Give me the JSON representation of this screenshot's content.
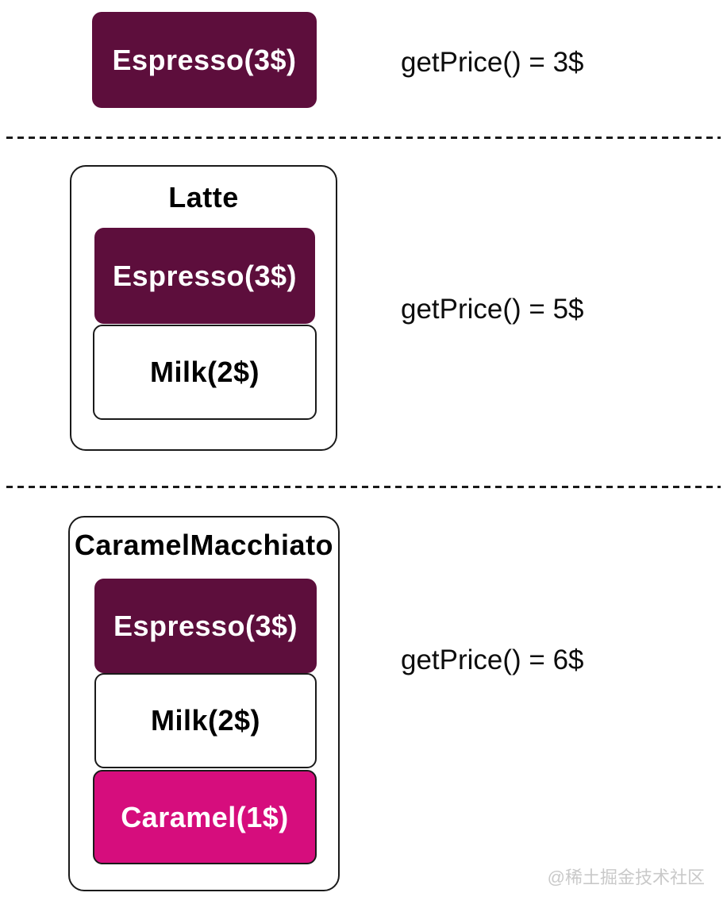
{
  "colors": {
    "espresso": "#5d0e3c",
    "caramel": "#d60d7d",
    "milk": "#ffffff",
    "border": "#1a1a1a",
    "watermark": "#c9c9c9"
  },
  "sections": [
    {
      "id": "espresso",
      "container_label": "",
      "layers": [
        {
          "type": "espresso",
          "label": "Espresso(3$)"
        }
      ],
      "price_label": "getPrice() = 3$"
    },
    {
      "id": "latte",
      "container_label": "Latte",
      "layers": [
        {
          "type": "espresso",
          "label": "Espresso(3$)"
        },
        {
          "type": "milk",
          "label": "Milk(2$)"
        }
      ],
      "price_label": "getPrice() = 5$"
    },
    {
      "id": "caramel-macchiato",
      "container_label": "CaramelMacchiato",
      "layers": [
        {
          "type": "espresso",
          "label": "Espresso(3$)"
        },
        {
          "type": "milk",
          "label": "Milk(2$)"
        },
        {
          "type": "caramel",
          "label": "Caramel(1$)"
        }
      ],
      "price_label": "getPrice() = 6$"
    }
  ],
  "watermark": "@稀土掘金技术社区"
}
